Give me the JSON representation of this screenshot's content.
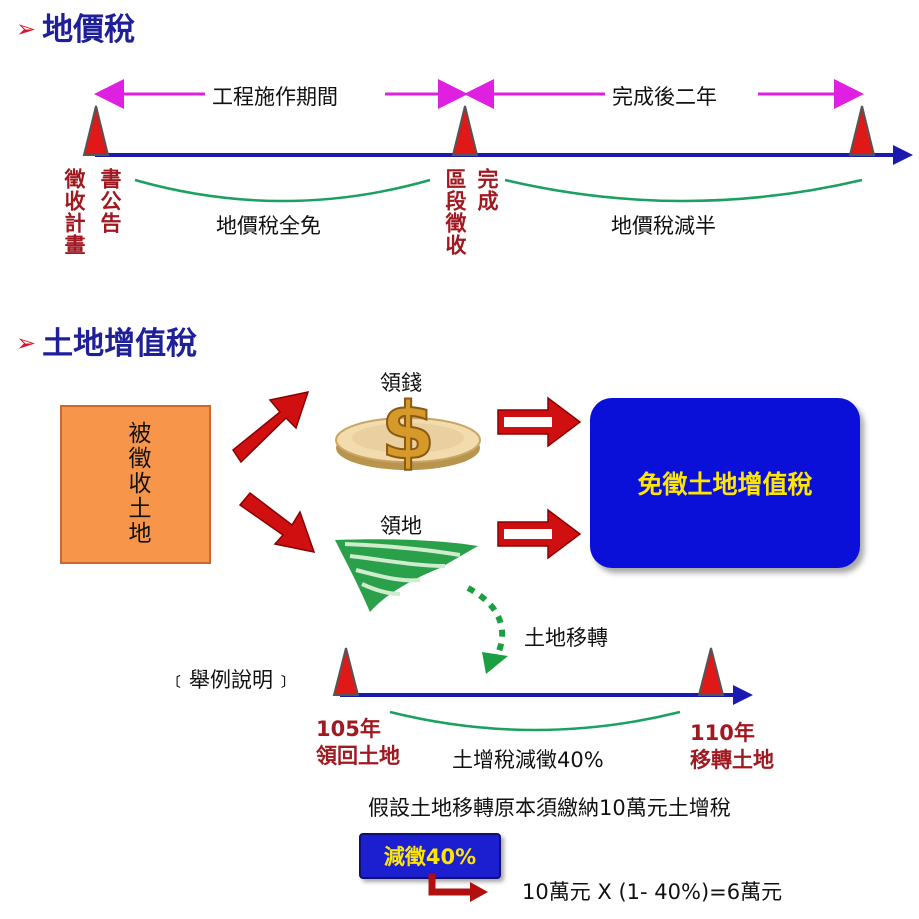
{
  "section1": {
    "heading": "地價稅",
    "period_label": "工程施作期間",
    "after_label": "完成後二年",
    "milestone_plan": "徵收計畫",
    "milestone_notice": "書公告",
    "milestone_zone": "區段徵收",
    "milestone_complete": "完成",
    "exempt_label": "地價稅全免",
    "half_label": "地價稅減半"
  },
  "section2": {
    "heading": "土地增值稅",
    "source_box": "被徵收土地",
    "money_label": "領錢",
    "land_label": "領地",
    "result_box": "免徵土地增值稅",
    "transfer_label": "土地移轉",
    "example_label": "﹝舉例說明﹞",
    "year_start": "105年",
    "year_start_desc": "領回土地",
    "year_end": "110年",
    "year_end_desc": "移轉土地",
    "reduction_label": "土增稅減徵40%",
    "assumption": "假設土地移轉原本須繳納10萬元土增稅",
    "badge": "減徵40%",
    "formula": "10萬元 X (1- 40%)=6萬元"
  },
  "colors": {
    "heading": "#1f1f9a",
    "bullet": "#e0102a",
    "timeline": "#1a1ab0",
    "magenta": "#e020e0",
    "curve": "#1aa060",
    "milestone_text": "#a01820",
    "result_box": "#0a10d8",
    "result_text": "#ffe600"
  },
  "icons": [
    "bullet-arrow-icon",
    "triangle-marker-icon",
    "red-arrow-icon",
    "dollar-coin-icon",
    "green-land-icon",
    "double-arrow-icon",
    "dotted-arrow-icon"
  ]
}
